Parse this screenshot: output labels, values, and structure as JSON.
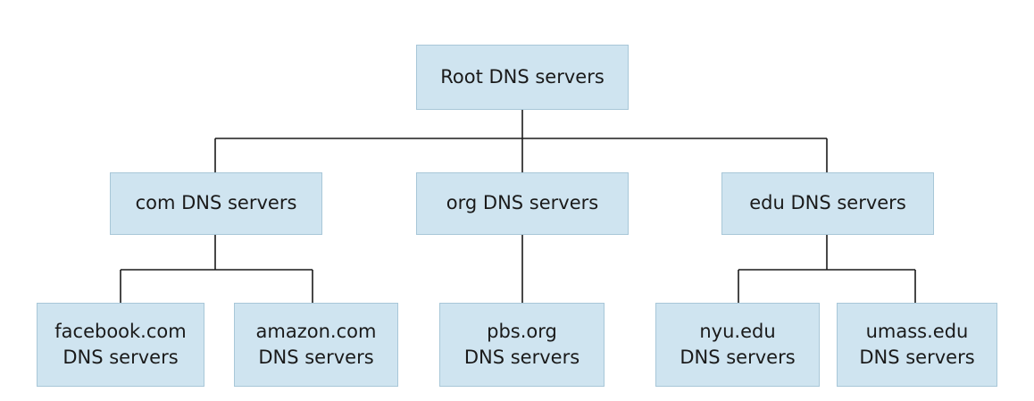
{
  "diagram": {
    "box_color": "#cfe4f0",
    "line_color": "#1a1a1a",
    "root": {
      "label": "Root DNS servers"
    },
    "tld": [
      {
        "label": "com DNS servers"
      },
      {
        "label": "org DNS servers"
      },
      {
        "label": "edu DNS servers"
      }
    ],
    "authoritative": [
      {
        "line1": "facebook.com",
        "line2": "DNS servers"
      },
      {
        "line1": "amazon.com",
        "line2": "DNS servers"
      },
      {
        "line1": "pbs.org",
        "line2": "DNS servers"
      },
      {
        "line1": "nyu.edu",
        "line2": "DNS servers"
      },
      {
        "line1": "umass.edu",
        "line2": "DNS servers"
      }
    ]
  }
}
